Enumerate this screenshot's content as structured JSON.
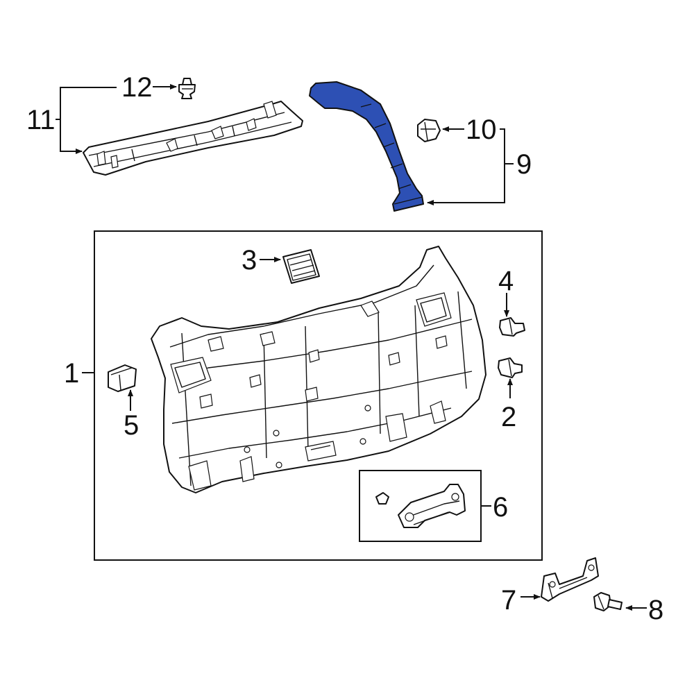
{
  "callouts": {
    "c1": "1",
    "c2": "2",
    "c3": "3",
    "c4": "4",
    "c5": "5",
    "c6": "6",
    "c7": "7",
    "c8": "8",
    "c9": "9",
    "c10": "10",
    "c11": "11",
    "c12": "12"
  },
  "colors": {
    "highlight_part": "#2d50b4",
    "line": "#111111",
    "background": "#ffffff"
  }
}
